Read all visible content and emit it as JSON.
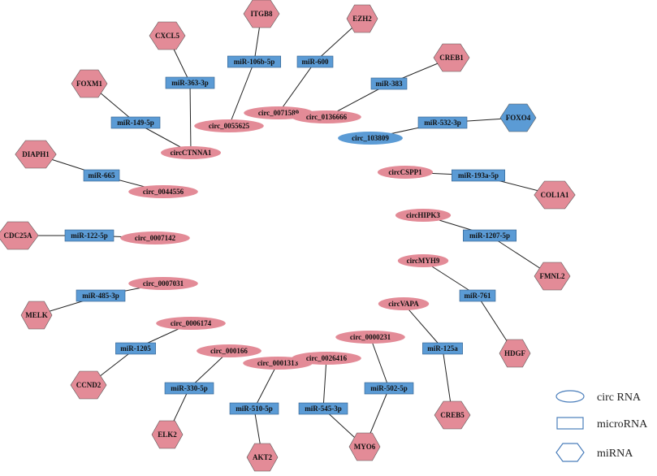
{
  "colors": {
    "circ_pink": "#e38b97",
    "circ_blue": "#5b9bd5",
    "mirna_box": "#5b9bd5",
    "gene_pink": "#e38b97",
    "gene_blue": "#5b9bd5",
    "edge": "#222222",
    "legend_stroke": "#4a7ebb"
  },
  "legend": {
    "circ_label": "circ RNA",
    "micro_label": "microRNA",
    "mirna_label": "miRNA"
  },
  "nodes": [
    {
      "id": "ITGB8",
      "type": "gene"
    },
    {
      "id": "EZH2",
      "type": "gene"
    },
    {
      "id": "CXCL5",
      "type": "gene"
    },
    {
      "id": "CREB1",
      "type": "gene"
    },
    {
      "id": "FOXM1",
      "type": "gene"
    },
    {
      "id": "FOXO4",
      "type": "gene",
      "color": "blue"
    },
    {
      "id": "DIAPH1",
      "type": "gene"
    },
    {
      "id": "COL1A1",
      "type": "gene"
    },
    {
      "id": "CDC25A",
      "type": "gene"
    },
    {
      "id": "FMNL2",
      "type": "gene"
    },
    {
      "id": "MELK",
      "type": "gene"
    },
    {
      "id": "HDGF",
      "type": "gene"
    },
    {
      "id": "CCND2",
      "type": "gene"
    },
    {
      "id": "CREB5",
      "type": "gene"
    },
    {
      "id": "ELK2",
      "type": "gene"
    },
    {
      "id": "AKT2",
      "type": "gene"
    },
    {
      "id": "MYO6",
      "type": "gene"
    },
    {
      "id": "miR-106b-5p",
      "type": "mirna"
    },
    {
      "id": "miR-600",
      "type": "mirna"
    },
    {
      "id": "miR-363-3p",
      "type": "mirna"
    },
    {
      "id": "miR-383",
      "type": "mirna"
    },
    {
      "id": "miR-149-5p",
      "type": "mirna"
    },
    {
      "id": "miR-532-3p",
      "type": "mirna"
    },
    {
      "id": "miR-665",
      "type": "mirna"
    },
    {
      "id": "miR-193a-5p",
      "type": "mirna"
    },
    {
      "id": "miR-122-5p",
      "type": "mirna"
    },
    {
      "id": "miR-1207-5p",
      "type": "mirna"
    },
    {
      "id": "miR-485-3p",
      "type": "mirna"
    },
    {
      "id": "miR-761",
      "type": "mirna"
    },
    {
      "id": "miR-1205",
      "type": "mirna"
    },
    {
      "id": "miR-125a",
      "type": "mirna"
    },
    {
      "id": "miR-330-5p",
      "type": "mirna"
    },
    {
      "id": "miR-510-5p",
      "type": "mirna"
    },
    {
      "id": "miR-545-3p",
      "type": "mirna"
    },
    {
      "id": "miR-502-5p",
      "type": "mirna"
    },
    {
      "id": "circ_0071589",
      "type": "circ"
    },
    {
      "id": "circ_0136666",
      "type": "circ"
    },
    {
      "id": "circ_0055625",
      "type": "circ"
    },
    {
      "id": "circ_103809",
      "type": "circ",
      "color": "blue"
    },
    {
      "id": "circCTNNA1",
      "type": "circ"
    },
    {
      "id": "circCSPP1",
      "type": "circ"
    },
    {
      "id": "circ_0044556",
      "type": "circ"
    },
    {
      "id": "circHIPK3",
      "type": "circ"
    },
    {
      "id": "circ_0007142",
      "type": "circ"
    },
    {
      "id": "circMYH9",
      "type": "circ"
    },
    {
      "id": "circ_0007031",
      "type": "circ"
    },
    {
      "id": "circVAPA",
      "type": "circ"
    },
    {
      "id": "circ_0006174",
      "type": "circ"
    },
    {
      "id": "circ_0000231",
      "type": "circ"
    },
    {
      "id": "circ_000166",
      "type": "circ"
    },
    {
      "id": "circ_0001313",
      "type": "circ"
    },
    {
      "id": "circ_0026416",
      "type": "circ"
    }
  ],
  "edges": [
    [
      "ITGB8",
      "miR-106b-5p"
    ],
    [
      "miR-106b-5p",
      "circ_0055625"
    ],
    [
      "EZH2",
      "miR-600"
    ],
    [
      "miR-600",
      "circ_0071589"
    ],
    [
      "CXCL5",
      "miR-363-3p"
    ],
    [
      "miR-363-3p",
      "circCTNNA1"
    ],
    [
      "CREB1",
      "miR-383"
    ],
    [
      "miR-383",
      "circ_0136666"
    ],
    [
      "FOXM1",
      "miR-149-5p"
    ],
    [
      "miR-149-5p",
      "circCTNNA1"
    ],
    [
      "FOXO4",
      "miR-532-3p"
    ],
    [
      "miR-532-3p",
      "circ_103809"
    ],
    [
      "DIAPH1",
      "miR-665"
    ],
    [
      "miR-665",
      "circ_0044556"
    ],
    [
      "circCSPP1",
      "miR-193a-5p"
    ],
    [
      "miR-193a-5p",
      "COL1A1"
    ],
    [
      "CDC25A",
      "miR-122-5p"
    ],
    [
      "miR-122-5p",
      "circ_0007142"
    ],
    [
      "circHIPK3",
      "miR-1207-5p"
    ],
    [
      "miR-1207-5p",
      "FMNL2"
    ],
    [
      "MELK",
      "miR-485-3p"
    ],
    [
      "miR-485-3p",
      "circ_0007031"
    ],
    [
      "circMYH9",
      "miR-761"
    ],
    [
      "miR-761",
      "HDGF"
    ],
    [
      "CCND2",
      "miR-1205"
    ],
    [
      "miR-1205",
      "circ_0006174"
    ],
    [
      "circVAPA",
      "miR-125a"
    ],
    [
      "miR-125a",
      "CREB5"
    ],
    [
      "ELK2",
      "miR-330-5p"
    ],
    [
      "miR-330-5p",
      "circ_000166"
    ],
    [
      "AKT2",
      "miR-510-5p"
    ],
    [
      "miR-510-5p",
      "circ_0001313"
    ],
    [
      "circ_0026416",
      "miR-545-3p"
    ],
    [
      "miR-545-3p",
      "MYO6"
    ],
    [
      "circ_0000231",
      "miR-502-5p"
    ],
    [
      "miR-502-5p",
      "MYO6"
    ]
  ]
}
